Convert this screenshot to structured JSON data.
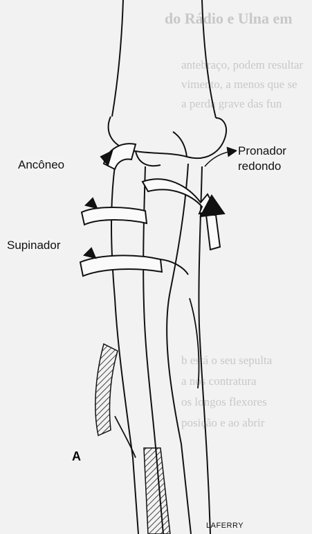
{
  "labels": {
    "anconeo": "Ancôneo",
    "pronador_line1": "Pronador",
    "pronador_line2": "redondo",
    "supinador": "Supinador",
    "panel_letter": "A",
    "signature": "LAFERRY"
  },
  "bleed_text": [
    "do Rádio e Ulna em",
    "antebraço, podem resultar",
    "vimento, a menos que se",
    "a perda grave das fun",
    "",
    "",
    "",
    "",
    "",
    "",
    "",
    "",
    "b está o seu sepulta",
    "a nos contratura",
    "os longos flexores",
    "posição e ao abrir"
  ],
  "colors": {
    "ink": "#111111",
    "paper": "#f2f2f2",
    "bleed": "#c8c8c8"
  }
}
